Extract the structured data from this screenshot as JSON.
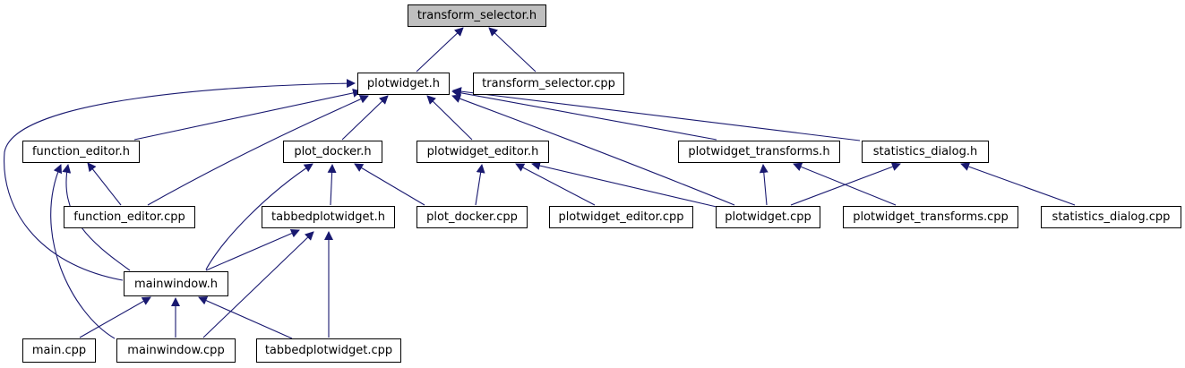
{
  "colors": {
    "edge": "#191970",
    "root_fill": "#bfbfbf",
    "node_border": "#000000"
  },
  "nodes": {
    "transform_selector_h": "transform_selector.h",
    "plotwidget_h": "plotwidget.h",
    "transform_selector_cpp": "transform_selector.cpp",
    "function_editor_h": "function_editor.h",
    "plot_docker_h": "plot_docker.h",
    "plotwidget_editor_h": "plotwidget_editor.h",
    "plotwidget_transforms_h": "plotwidget_transforms.h",
    "statistics_dialog_h": "statistics_dialog.h",
    "function_editor_cpp": "function_editor.cpp",
    "tabbedplotwidget_h": "tabbedplotwidget.h",
    "plot_docker_cpp": "plot_docker.cpp",
    "plotwidget_editor_cpp": "plotwidget_editor.cpp",
    "plotwidget_cpp": "plotwidget.cpp",
    "plotwidget_transforms_cpp": "plotwidget_transforms.cpp",
    "statistics_dialog_cpp": "statistics_dialog.cpp",
    "mainwindow_h": "mainwindow.h",
    "main_cpp": "main.cpp",
    "mainwindow_cpp": "mainwindow.cpp",
    "tabbedplotwidget_cpp": "tabbedplotwidget.cpp"
  }
}
